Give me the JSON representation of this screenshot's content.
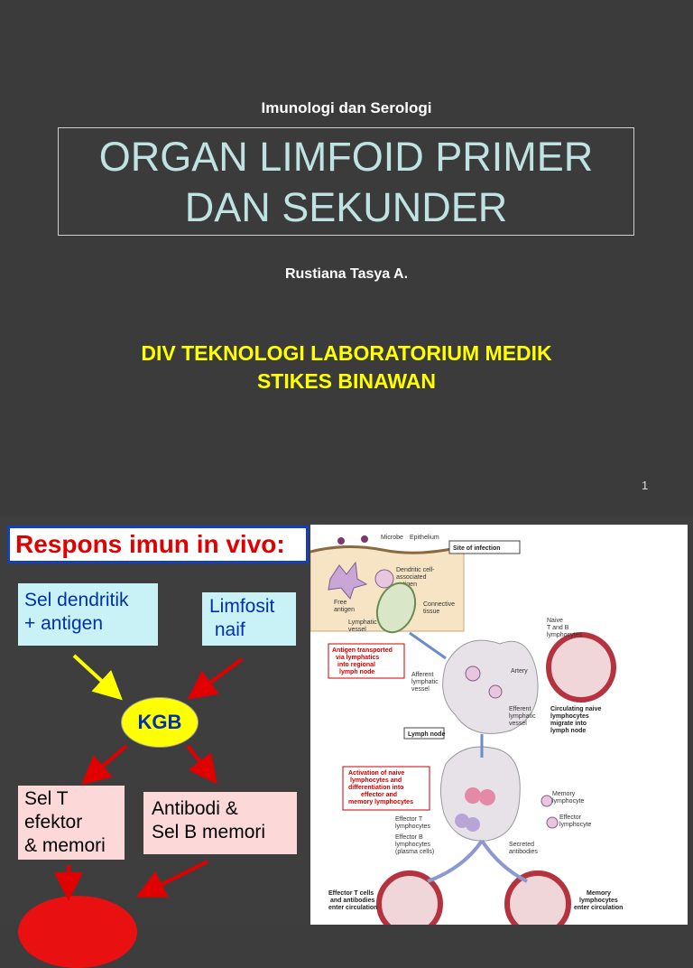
{
  "slide1": {
    "course": "Imunologi dan Serologi",
    "title_line1": "ORGAN LIMFOID PRIMER",
    "title_line2": "DAN SEKUNDER",
    "author": "Rustiana Tasya A.",
    "institution_line1": "DIV TEKNOLOGI LABORATORIUM MEDIK",
    "institution_line2": "STIKES BINAWAN",
    "page_number": "1"
  },
  "slide2": {
    "title": "Respons imun in vivo:",
    "box_dendritik": [
      "Sel dendritik",
      "+ antigen"
    ],
    "box_limfosit": [
      "Limfosit",
      " naif"
    ],
    "kgb": "KGB",
    "box_selt": [
      "Sel T",
      "efektor",
      "& memori"
    ],
    "box_antibodi": [
      "Antibodi &",
      "Sel B memori"
    ],
    "figure_labels": {
      "microbe": "Microbe",
      "epithelium": "Epithelium",
      "site_of_infection": "Site of infection",
      "dendritic_antigen": [
        "Dendritic cell-",
        "associated",
        "antigen"
      ],
      "free_antigen": [
        "Free",
        "antigen"
      ],
      "connective_tissue": [
        "Connective",
        "tissue"
      ],
      "lymphatic_vessel": [
        "Lymphatic",
        "vessel"
      ],
      "antigen_transported": [
        "Antigen transported",
        "via lymphatics",
        "into regional",
        "lymph node"
      ],
      "afferent": [
        "Afferent",
        "lymphatic",
        "vessel"
      ],
      "artery": "Artery",
      "naive_tb": [
        "Naive",
        "T and B",
        "lymphocytes"
      ],
      "efferent": [
        "Efferent",
        "lymphatic",
        "vessel"
      ],
      "circulating": [
        "Circulating naive",
        "lymphocytes",
        "migrate into",
        "lymph node"
      ],
      "lymph_node": "Lymph node",
      "activation": [
        "Activation of naive",
        "lymphocytes and",
        "differentiation into",
        "effector and",
        "memory lymphocytes"
      ],
      "memory_lymphocyte": [
        "Memory",
        "lymphocyte"
      ],
      "effector_lymphocyte": [
        "Effector",
        "lymphocyte"
      ],
      "effector_t": [
        "Effector T",
        "lymphocytes"
      ],
      "effector_b": [
        "Effector B",
        "lymphocytes",
        "(plasma cells)"
      ],
      "secreted": [
        "Secreted",
        "antibodies"
      ],
      "effector_enter": [
        "Effector  T cells",
        "and antibodies",
        "enter circulation"
      ],
      "memory_enter": [
        "Memory",
        "lymphocytes",
        "enter circulation"
      ]
    }
  },
  "colors": {
    "background": "#3b3b3b",
    "title": "#bfe3e1",
    "institution": "#ffff00",
    "resp_title": "#e00000",
    "box_blue": "#c9f2f7",
    "box_pink": "#fcd8d8",
    "kgb": "#ffff00",
    "arrow_red": "#e00000",
    "arrow_yellow": "#ffff00"
  }
}
